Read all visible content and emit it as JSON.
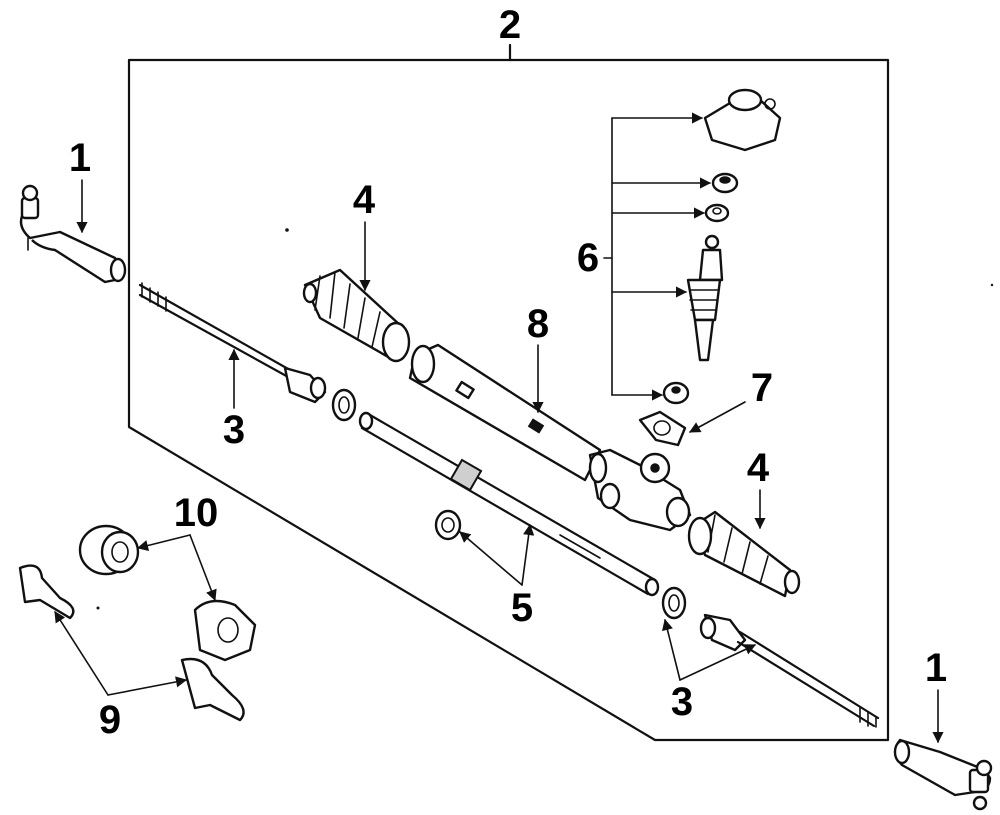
{
  "callouts": {
    "c1_left": "1",
    "c1_right": "1",
    "c2": "2",
    "c3_left": "3",
    "c3_right": "3",
    "c4_top": "4",
    "c4_right": "4",
    "c5": "5",
    "c6": "6",
    "c7": "7",
    "c8": "8",
    "c9": "9",
    "c10": "10"
  },
  "colors": {
    "ink": "#111111",
    "background": "#ffffff"
  }
}
